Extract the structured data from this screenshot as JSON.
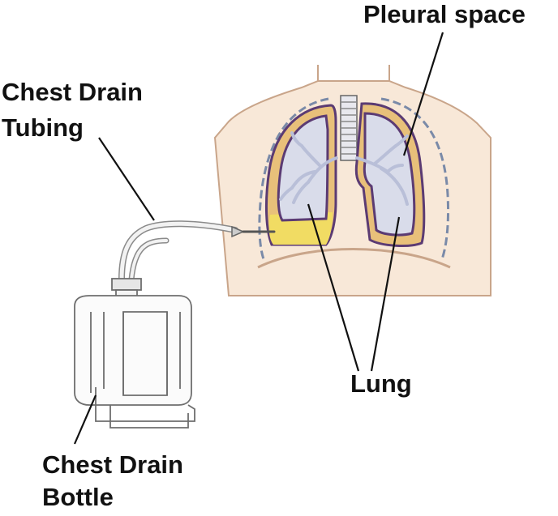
{
  "labels": {
    "pleural_space": "Pleural space",
    "chest_drain_tubing_line1": "Chest Drain",
    "chest_drain_tubing_line2": "Tubing",
    "lung": "Lung",
    "chest_drain_bottle_line1": "Chest Drain",
    "chest_drain_bottle_line2": "Bottle"
  },
  "colors": {
    "skin": "#f8e8d8",
    "skin_outline": "#c9a58a",
    "lung_fill": "#d9dcea",
    "lung_outline": "#5b3b73",
    "pleura": "#e8c07a",
    "pleural_fluid": "#f1dc63",
    "rib": "#7a8aa8",
    "bronchi": "#b9bfd8",
    "tubing": "#c8c8c8",
    "bottle_outline": "#6e6e6e",
    "leader_line": "#111111"
  }
}
